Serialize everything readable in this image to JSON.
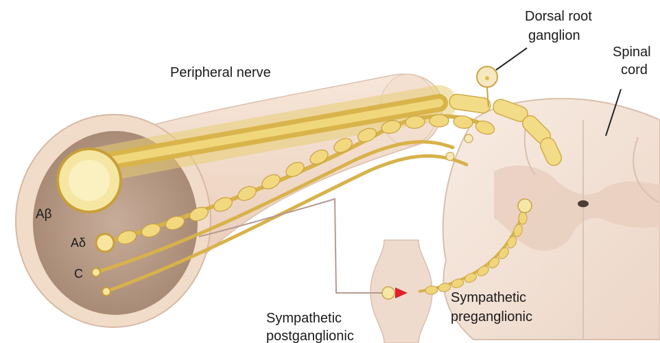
{
  "labels": {
    "peripheral_nerve": "Peripheral nerve",
    "dorsal_root_line1": "Dorsal root",
    "dorsal_root_line2": "ganglion",
    "spinal_line1": "Spinal",
    "spinal_line2": "cord",
    "a_beta": "Aβ",
    "a_delta": "Aδ",
    "c_fiber": "C",
    "symp_pre_line1": "Sympathetic",
    "symp_pre_line2": "preganglionic",
    "symp_post_line1": "Sympathetic",
    "symp_post_line2": "postganglionic"
  },
  "colors": {
    "nerve_sheath": "#efd9c8",
    "nerve_cut": "#b79a86",
    "fiber_yellow": "#e6c65a",
    "myelin": "#f1dc8e",
    "spinal_cord": "#f3e2d6",
    "arrow_red": "#e0202a"
  }
}
